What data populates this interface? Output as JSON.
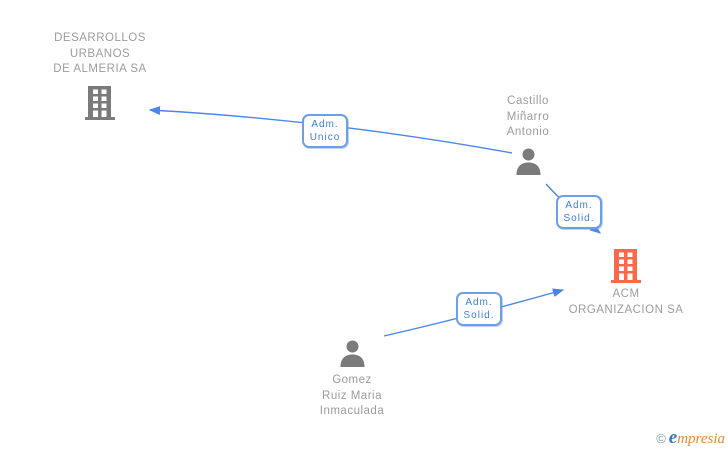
{
  "diagram": {
    "nodes": [
      {
        "id": "desarrollos-urbanos",
        "type": "company",
        "icon": "building-icon",
        "label_lines": [
          "DESARROLLOS",
          "URBANOS",
          "DE ALMERIA SA"
        ]
      },
      {
        "id": "castillo",
        "type": "person",
        "icon": "person-icon",
        "label_lines": [
          "Castillo",
          "Miñarro",
          "Antonio"
        ]
      },
      {
        "id": "acm",
        "type": "company",
        "icon": "building-icon",
        "label_lines": [
          "ACM",
          "ORGANIZACION SA"
        ]
      },
      {
        "id": "gomez",
        "type": "person",
        "icon": "person-icon",
        "label_lines": [
          "Gomez",
          "Ruiz Maria",
          "Inmaculada"
        ]
      }
    ],
    "edges": [
      {
        "from": "Castillo Miñarro Antonio",
        "to": "DESARROLLOS URBANOS DE ALMERIA SA",
        "label_lines": [
          "Adm.",
          "Unico"
        ]
      },
      {
        "from": "Castillo Miñarro Antonio",
        "to": "ACM ORGANIZACION SA",
        "label_lines": [
          "Adm.",
          "Solid."
        ]
      },
      {
        "from": "Gomez Ruiz Maria Inmaculada",
        "to": "ACM ORGANIZACION SA",
        "label_lines": [
          "Adm.",
          "Solid."
        ]
      }
    ],
    "colors": {
      "edge_blue": "#4a86e8",
      "edge_label_text": "#3f7de0",
      "node_label_gray": "#9c9c9c",
      "icon_gray": "#7b7b7b",
      "company_highlight_orange": "#fa6a4a"
    }
  },
  "footer": {
    "copyright_symbol": "©",
    "brand_e": "e",
    "brand_rest": "mpresia"
  }
}
